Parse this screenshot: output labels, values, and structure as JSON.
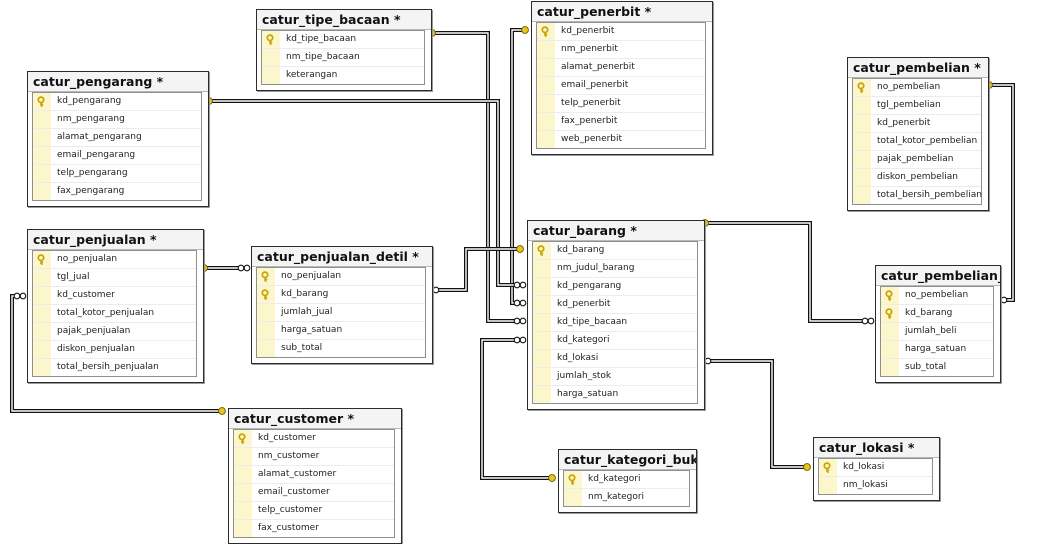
{
  "tables": {
    "tipe_bacaan": {
      "title": "catur_tipe_bacaan *",
      "columns": [
        {
          "name": "kd_tipe_bacaan",
          "pk": true
        },
        {
          "name": "nm_tipe_bacaan",
          "pk": false
        },
        {
          "name": "keterangan",
          "pk": false
        }
      ]
    },
    "penerbit": {
      "title": "catur_penerbit *",
      "columns": [
        {
          "name": "kd_penerbit",
          "pk": true
        },
        {
          "name": "nm_penerbit",
          "pk": false
        },
        {
          "name": "alamat_penerbit",
          "pk": false
        },
        {
          "name": "email_penerbit",
          "pk": false
        },
        {
          "name": "telp_penerbit",
          "pk": false
        },
        {
          "name": "fax_penerbit",
          "pk": false
        },
        {
          "name": "web_penerbit",
          "pk": false
        }
      ]
    },
    "pengarang": {
      "title": "catur_pengarang *",
      "columns": [
        {
          "name": "kd_pengarang",
          "pk": true
        },
        {
          "name": "nm_pengarang",
          "pk": false
        },
        {
          "name": "alamat_pengarang",
          "pk": false
        },
        {
          "name": "email_pengarang",
          "pk": false
        },
        {
          "name": "telp_pengarang",
          "pk": false
        },
        {
          "name": "fax_pengarang",
          "pk": false
        }
      ]
    },
    "pembelian": {
      "title": "catur_pembelian *",
      "columns": [
        {
          "name": "no_pembelian",
          "pk": true
        },
        {
          "name": "tgl_pembelian",
          "pk": false
        },
        {
          "name": "kd_penerbit",
          "pk": false
        },
        {
          "name": "total_kotor_pembelian",
          "pk": false
        },
        {
          "name": "pajak_pembelian",
          "pk": false
        },
        {
          "name": "diskon_pembelian",
          "pk": false
        },
        {
          "name": "total_bersih_pembelian",
          "pk": false
        }
      ]
    },
    "penjualan": {
      "title": "catur_penjualan *",
      "columns": [
        {
          "name": "no_penjualan",
          "pk": true
        },
        {
          "name": "tgl_jual",
          "pk": false
        },
        {
          "name": "kd_customer",
          "pk": false
        },
        {
          "name": "total_kotor_penjualan",
          "pk": false
        },
        {
          "name": "pajak_penjualan",
          "pk": false
        },
        {
          "name": "diskon_penjualan",
          "pk": false
        },
        {
          "name": "total_bersih_penjualan",
          "pk": false
        }
      ]
    },
    "penjualan_detil": {
      "title": "catur_penjualan_detil *",
      "columns": [
        {
          "name": "no_penjualan",
          "pk": true
        },
        {
          "name": "kd_barang",
          "pk": true
        },
        {
          "name": "jumlah_jual",
          "pk": false
        },
        {
          "name": "harga_satuan",
          "pk": false
        },
        {
          "name": "sub_total",
          "pk": false
        }
      ]
    },
    "barang": {
      "title": "catur_barang *",
      "columns": [
        {
          "name": "kd_barang",
          "pk": true
        },
        {
          "name": "nm_judul_barang",
          "pk": false
        },
        {
          "name": "kd_pengarang",
          "pk": false
        },
        {
          "name": "kd_penerbit",
          "pk": false
        },
        {
          "name": "kd_tipe_bacaan",
          "pk": false
        },
        {
          "name": "kd_kategori",
          "pk": false
        },
        {
          "name": "kd_lokasi",
          "pk": false
        },
        {
          "name": "jumlah_stok",
          "pk": false
        },
        {
          "name": "harga_satuan",
          "pk": false
        }
      ]
    },
    "pembelian_detil": {
      "title": "catur_pembelian_",
      "columns": [
        {
          "name": "no_pembelian",
          "pk": true
        },
        {
          "name": "kd_barang",
          "pk": true
        },
        {
          "name": "jumlah_beli",
          "pk": false
        },
        {
          "name": "harga_satuan",
          "pk": false
        },
        {
          "name": "sub_total",
          "pk": false
        }
      ]
    },
    "customer": {
      "title": "catur_customer *",
      "columns": [
        {
          "name": "kd_customer",
          "pk": true
        },
        {
          "name": "nm_customer",
          "pk": false
        },
        {
          "name": "alamat_customer",
          "pk": false
        },
        {
          "name": "email_customer",
          "pk": false
        },
        {
          "name": "telp_customer",
          "pk": false
        },
        {
          "name": "fax_customer",
          "pk": false
        }
      ]
    },
    "kategori_buku": {
      "title": "catur_kategori_buk",
      "columns": [
        {
          "name": "kd_kategori",
          "pk": true
        },
        {
          "name": "nm_kategori",
          "pk": false
        }
      ]
    },
    "lokasi": {
      "title": "catur_lokasi *",
      "columns": [
        {
          "name": "kd_lokasi",
          "pk": true
        },
        {
          "name": "nm_lokasi",
          "pk": false
        }
      ]
    }
  },
  "relationships": [
    {
      "name": "tipe_bacaan-to-barang",
      "one": "tipe_bacaan",
      "many": "barang"
    },
    {
      "name": "penerbit-to-barang",
      "one": "penerbit",
      "many": "barang"
    },
    {
      "name": "pengarang-to-barang",
      "one": "pengarang",
      "many": "barang"
    },
    {
      "name": "barang-to-pembelian-detil",
      "one": "barang",
      "many": "pembelian_detil"
    },
    {
      "name": "pembelian-to-pembelian-detil",
      "one": "pembelian",
      "many": "pembelian_detil"
    },
    {
      "name": "penjualan-to-penjualan-detil",
      "one": "penjualan",
      "many": "penjualan_detil"
    },
    {
      "name": "barang-to-penjualan-detil",
      "one": "barang",
      "many": "penjualan_detil"
    },
    {
      "name": "customer-to-penjualan",
      "one": "customer",
      "many": "penjualan"
    },
    {
      "name": "kategori-to-barang",
      "one": "kategori_buku",
      "many": "barang"
    },
    {
      "name": "lokasi-to-barang",
      "one": "lokasi",
      "many": "barang"
    }
  ],
  "colors": {
    "key_icon": "#c9a200",
    "gutter": "#fbf6cc",
    "connector": "#111111",
    "end_key": "#e6c619"
  }
}
